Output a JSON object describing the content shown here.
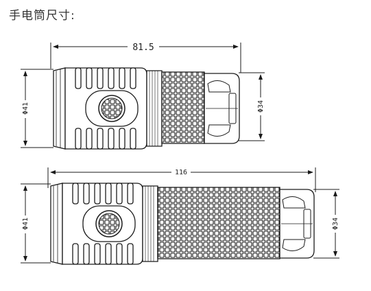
{
  "title": "手电筒尺寸:",
  "colors": {
    "line": "#1a1a1a",
    "fill": "#ffffff",
    "text": "#333333"
  },
  "views": [
    {
      "name": "short",
      "length_label": "81.5",
      "head_diameter_label": "Φ41",
      "tail_diameter_label": "Φ34"
    },
    {
      "name": "long",
      "length_label": "116",
      "head_diameter_label": "Φ41",
      "tail_diameter_label": "Φ34"
    }
  ]
}
